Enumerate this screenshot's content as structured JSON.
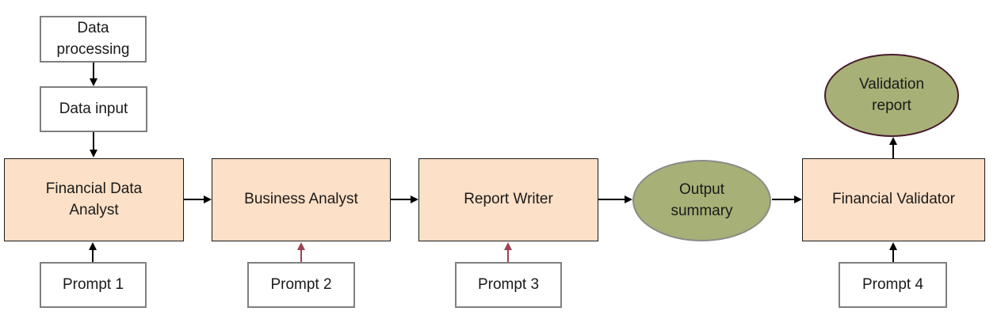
{
  "colors": {
    "agent_fill": "#fce0c7",
    "agent_border": "#1a1a1a",
    "io_border": "#7f7f7f",
    "ellipse_fill": "#a7b076",
    "ellipse_border_gray": "#8b8b8b",
    "ellipse_border_maroon": "#461a2b",
    "arrow_black": "#000000",
    "arrow_maroon": "#9e4154",
    "text": "#1a1a1a"
  },
  "nodes": {
    "data_processing": {
      "label": "Data\nprocessing",
      "shape": "rect",
      "role": "input-step"
    },
    "data_input": {
      "label": "Data input",
      "shape": "rect",
      "role": "input-step"
    },
    "financial_data_analyst": {
      "label": "Financial Data\nAnalyst",
      "shape": "rect",
      "role": "agent"
    },
    "business_analyst": {
      "label": "Business Analyst",
      "shape": "rect",
      "role": "agent"
    },
    "report_writer": {
      "label": "Report Writer",
      "shape": "rect",
      "role": "agent"
    },
    "output_summary": {
      "label": "Output\nsummary",
      "shape": "ellipse",
      "role": "artifact"
    },
    "financial_validator": {
      "label": "Financial Validator",
      "shape": "rect",
      "role": "agent"
    },
    "validation_report": {
      "label": "Validation\nreport",
      "shape": "ellipse",
      "role": "artifact"
    },
    "prompt_1": {
      "label": "Prompt 1",
      "shape": "rect",
      "role": "prompt"
    },
    "prompt_2": {
      "label": "Prompt 2",
      "shape": "rect",
      "role": "prompt"
    },
    "prompt_3": {
      "label": "Prompt 3",
      "shape": "rect",
      "role": "prompt"
    },
    "prompt_4": {
      "label": "Prompt 4",
      "shape": "rect",
      "role": "prompt"
    }
  },
  "edges": [
    {
      "from": "data_processing",
      "to": "data_input",
      "color": "black",
      "direction": "down"
    },
    {
      "from": "data_input",
      "to": "financial_data_analyst",
      "color": "black",
      "direction": "down"
    },
    {
      "from": "prompt_1",
      "to": "financial_data_analyst",
      "color": "black",
      "direction": "up"
    },
    {
      "from": "financial_data_analyst",
      "to": "business_analyst",
      "color": "black",
      "direction": "right"
    },
    {
      "from": "prompt_2",
      "to": "business_analyst",
      "color": "maroon",
      "direction": "up"
    },
    {
      "from": "business_analyst",
      "to": "report_writer",
      "color": "black",
      "direction": "right"
    },
    {
      "from": "prompt_3",
      "to": "report_writer",
      "color": "maroon",
      "direction": "up"
    },
    {
      "from": "report_writer",
      "to": "output_summary",
      "color": "black",
      "direction": "right"
    },
    {
      "from": "output_summary",
      "to": "financial_validator",
      "color": "black",
      "direction": "right"
    },
    {
      "from": "prompt_4",
      "to": "financial_validator",
      "color": "black",
      "direction": "up"
    },
    {
      "from": "financial_validator",
      "to": "validation_report",
      "color": "black",
      "direction": "up"
    }
  ]
}
